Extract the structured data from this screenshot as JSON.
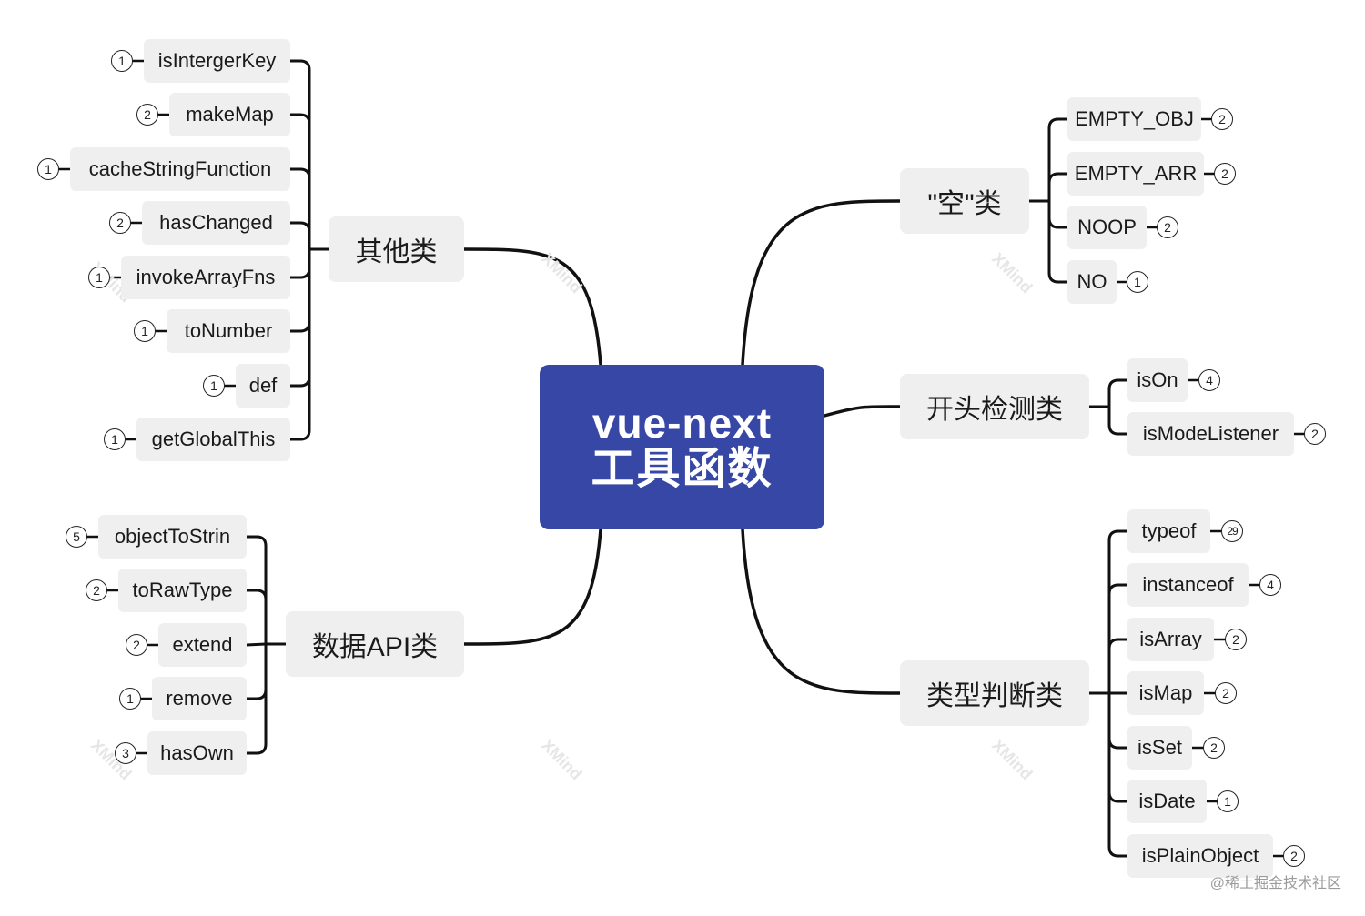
{
  "root": {
    "line1": "vue-next",
    "line2": "工具函数"
  },
  "branches": {
    "empty": {
      "label": "\"空\"类",
      "items": [
        {
          "label": "EMPTY_OBJ",
          "count": "2"
        },
        {
          "label": "EMPTY_ARR",
          "count": "2"
        },
        {
          "label": "NOOP",
          "count": "2"
        },
        {
          "label": "NO",
          "count": "1"
        }
      ]
    },
    "prefix": {
      "label": "开头检测类",
      "items": [
        {
          "label": "isOn",
          "count": "4"
        },
        {
          "label": "isModeListener",
          "count": "2"
        }
      ]
    },
    "type": {
      "label": "类型判断类",
      "items": [
        {
          "label": "typeof",
          "count": "29"
        },
        {
          "label": "instanceof",
          "count": "4"
        },
        {
          "label": "isArray",
          "count": "2"
        },
        {
          "label": "isMap",
          "count": "2"
        },
        {
          "label": "isSet",
          "count": "2"
        },
        {
          "label": "isDate",
          "count": "1"
        },
        {
          "label": "isPlainObject",
          "count": "2"
        }
      ]
    },
    "other": {
      "label": "其他类",
      "items": [
        {
          "label": "isIntergerKey",
          "count": "1"
        },
        {
          "label": "makeMap",
          "count": "2"
        },
        {
          "label": "cacheStringFunction",
          "count": "1"
        },
        {
          "label": "hasChanged",
          "count": "2"
        },
        {
          "label": "invokeArrayFns",
          "count": "1"
        },
        {
          "label": "toNumber",
          "count": "1"
        },
        {
          "label": "def",
          "count": "1"
        },
        {
          "label": "getGlobalThis",
          "count": "1"
        }
      ]
    },
    "data": {
      "label": "数据API类",
      "items": [
        {
          "label": "objectToStrin",
          "count": "5"
        },
        {
          "label": "toRawType",
          "count": "2"
        },
        {
          "label": "extend",
          "count": "2"
        },
        {
          "label": "remove",
          "count": "1"
        },
        {
          "label": "hasOwn",
          "count": "3"
        }
      ]
    }
  },
  "watermark": "XMind",
  "credit": "@稀土掘金技术社区",
  "colors": {
    "root_fill": "#3747a5",
    "node_fill": "#efefef",
    "line": "#111111"
  }
}
